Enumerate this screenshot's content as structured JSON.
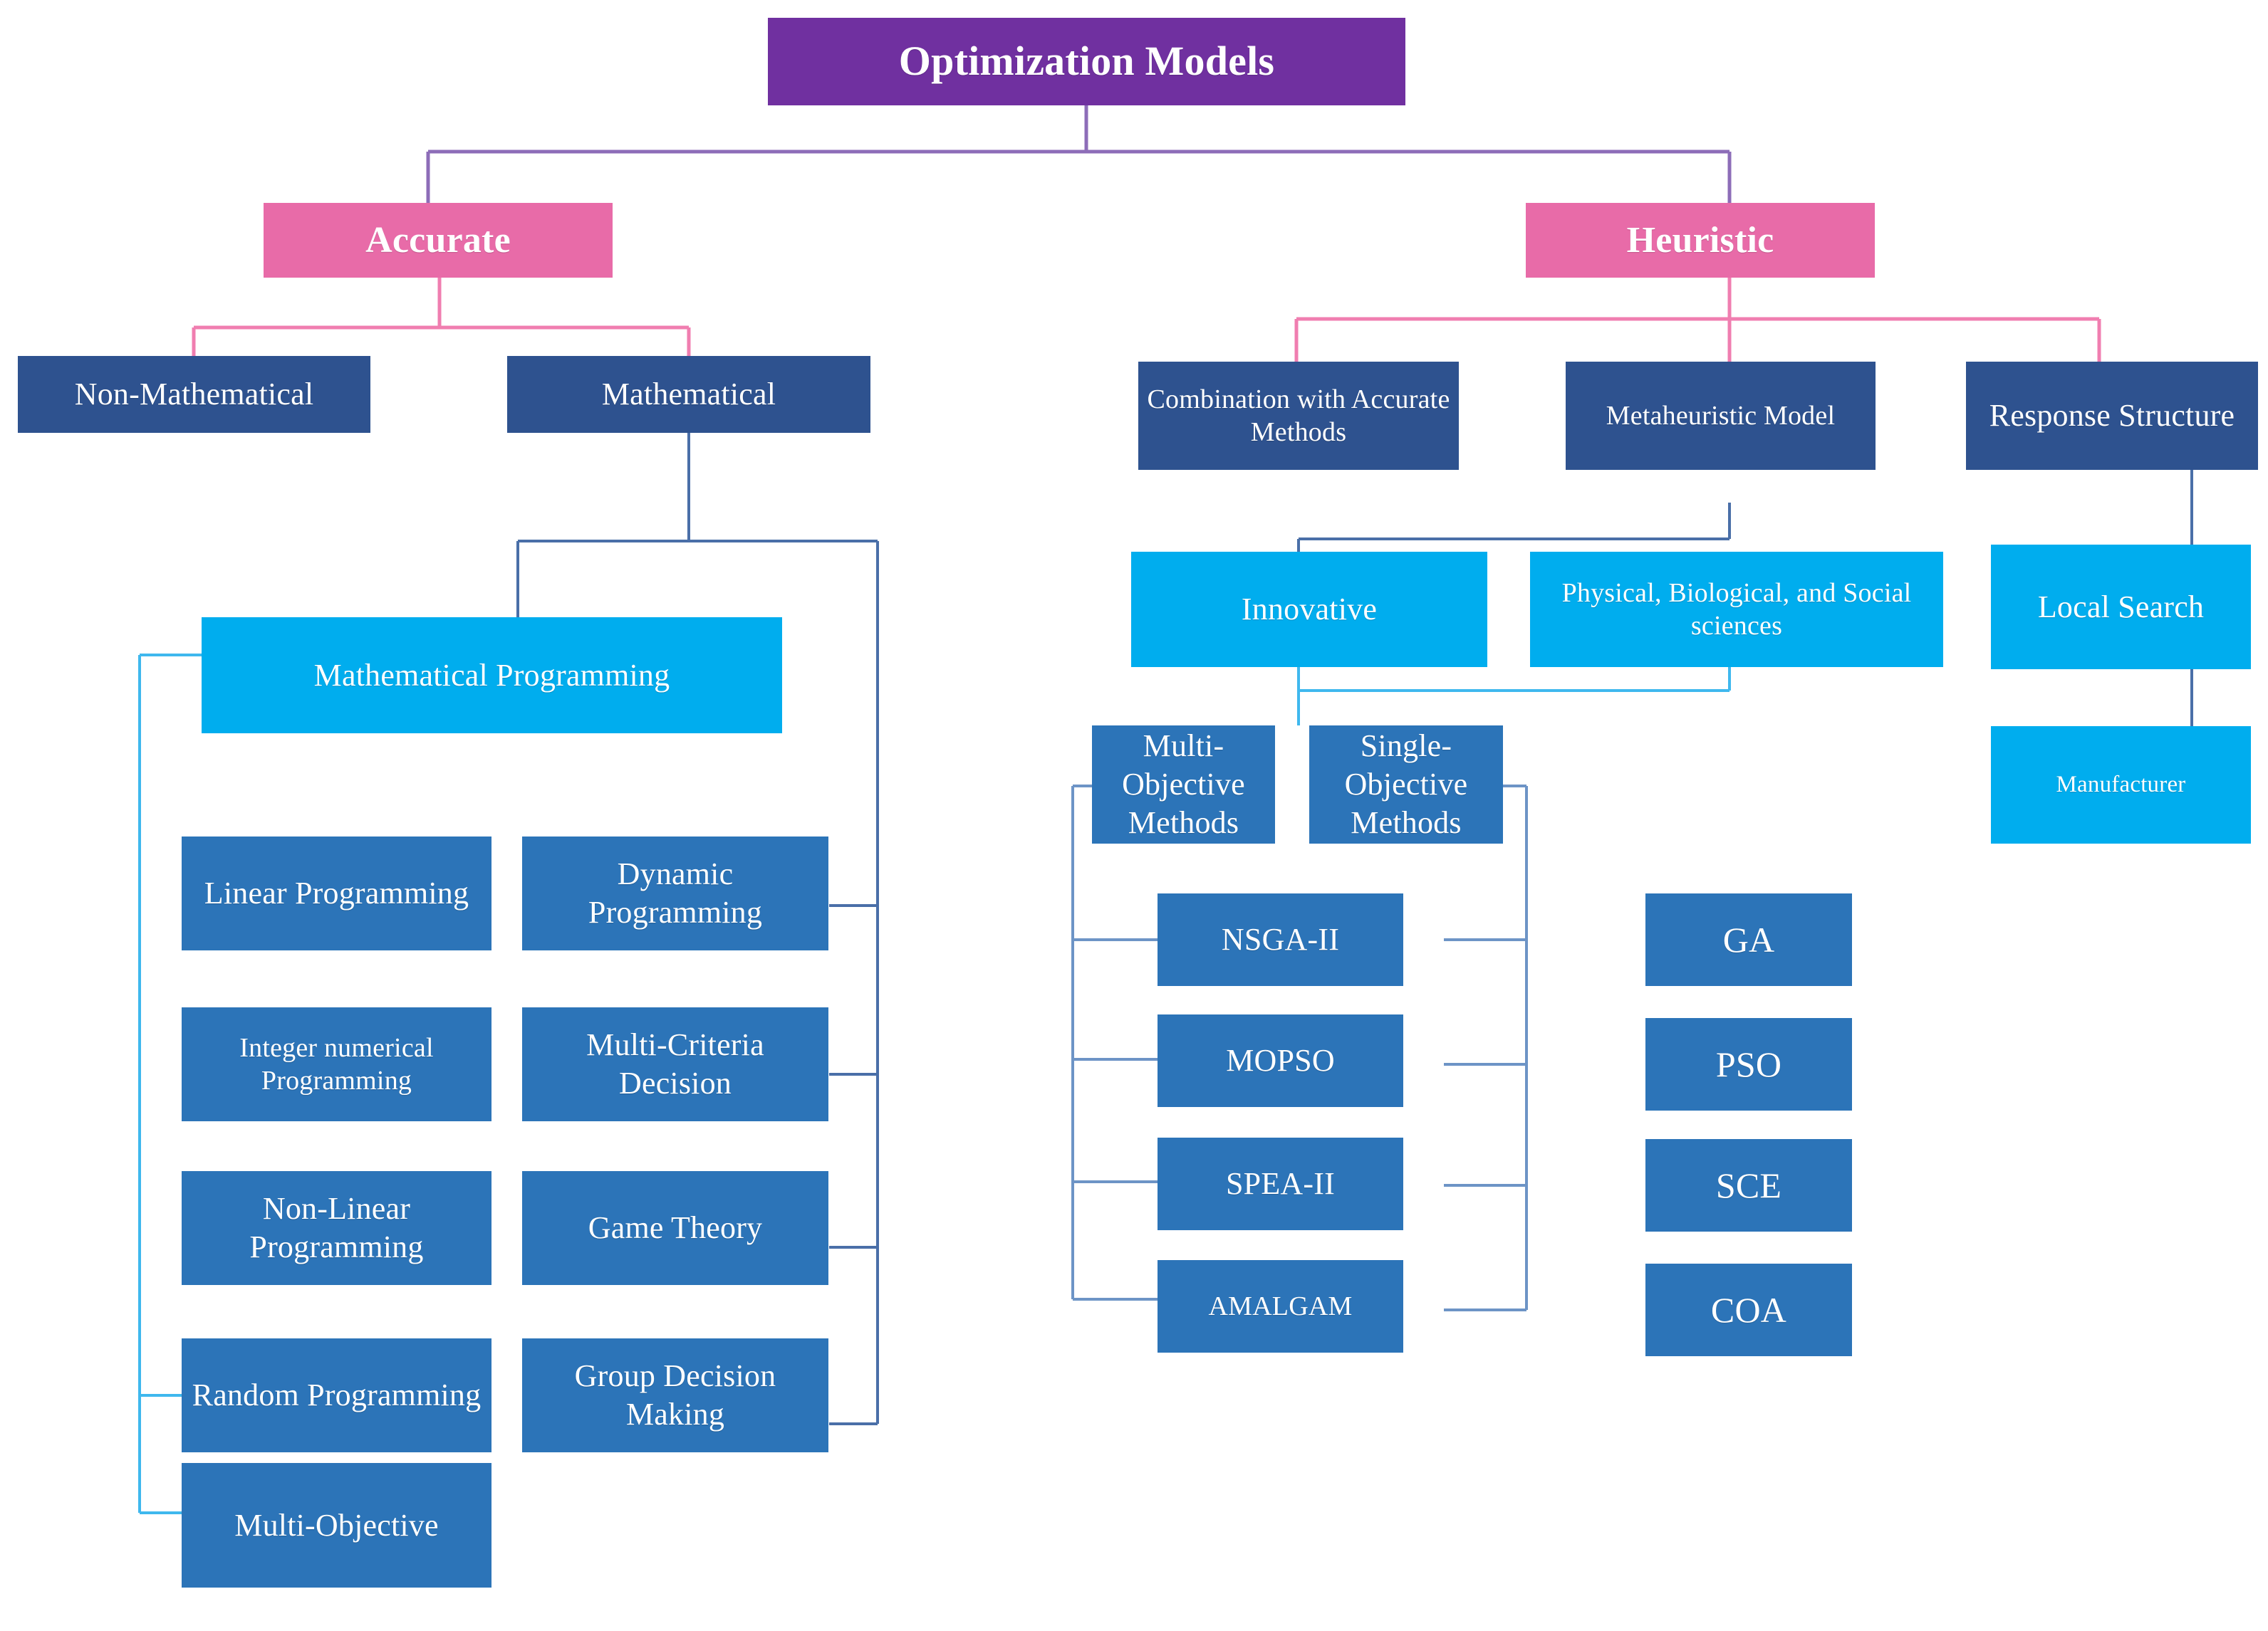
{
  "diagram": {
    "title": "Optimization Models",
    "colors": {
      "root": "#7030A0",
      "level1": "#E86BA8",
      "dark_blue": "#2E528F",
      "cyan": "#00ADEE",
      "mid_blue": "#2C74B8",
      "wire_purple": "#8D6DB8",
      "wire_pink": "#F07EB0",
      "wire_navy": "#4A6FA8",
      "wire_cyan": "#3FB8EE",
      "background": "#FFFFFF"
    },
    "nodes": {
      "root": "Optimization Models",
      "accurate": "Accurate",
      "heuristic": "Heuristic",
      "non_mathematical": "Non-Mathematical",
      "mathematical": "Mathematical",
      "mathematical_programming": "Mathematical Programming",
      "linear_programming": "Linear Programming",
      "dynamic_programming": "Dynamic Programming",
      "integer_numerical_programming": "Integer numerical Programming",
      "multi_criteria_decision": "Multi-Criteria Decision",
      "non_linear_programming": "Non-Linear Programming",
      "game_theory": "Game Theory",
      "random_programming": "Random Programming",
      "group_decision_making": "Group Decision Making",
      "multi_objective": "Multi-Objective",
      "combination_with_accurate_methods": "Combination with Accurate Methods",
      "metaheuristic_model": "Metaheuristic Model",
      "response_structure": "Response Structure",
      "innovative": "Innovative",
      "physical_biological_social": "Physical, Biological, and Social sciences",
      "local_search": "Local Search",
      "manufacturer": "Manufacturer",
      "multi_objective_methods": "Multi-Objective Methods",
      "single_objective_methods": "Single-Objective Methods",
      "nsga_ii": "NSGA-II",
      "mopso": "MOPSO",
      "spea_ii": "SPEA-II",
      "amalgam": "AMALGAM",
      "ga": "GA",
      "pso": "PSO",
      "sce": "SCE",
      "coa": "COA"
    }
  }
}
